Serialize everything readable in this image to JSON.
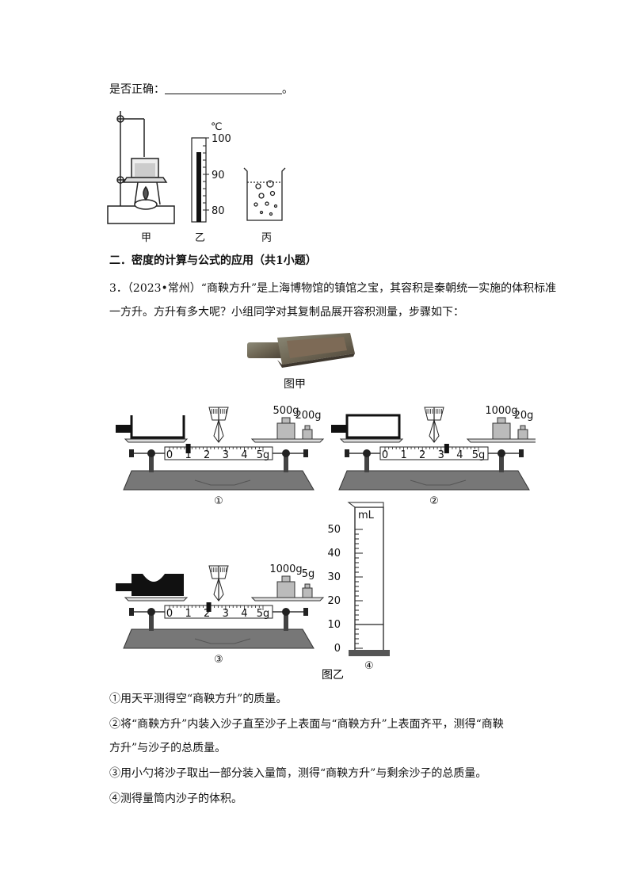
{
  "top_line": {
    "prefix": "是否正确：",
    "suffix": "。"
  },
  "fig1": {
    "labels": [
      "甲",
      "乙",
      "丙"
    ],
    "thermo_unit": "℃",
    "thermo_ticks": [
      "100",
      "90",
      "80"
    ]
  },
  "section": {
    "heading": "二．密度的计算与公式的应用（共1小题）"
  },
  "question": {
    "line1": "3．（2023•常州）“商鞅方升”是上海博物馆的镇馆之宝，其容积是秦朝统一实施的体积标准",
    "line2": "一方升。方升有多大呢？小组同学对其复制品展开容积测量，步骤如下："
  },
  "fig_jia": {
    "caption": "图甲"
  },
  "fig_yi": {
    "caption": "图乙",
    "scale_ticks": [
      "0",
      "1",
      "2",
      "3",
      "4",
      "5g"
    ],
    "balance1": {
      "label": "①",
      "weights": [
        "500g",
        "200g"
      ],
      "rider_g": 1.0
    },
    "balance2": {
      "label": "②",
      "weights": [
        "1000g",
        "20g"
      ],
      "rider_g": 3.3
    },
    "balance3": {
      "label": "③",
      "weights": [
        "1000g",
        "5g"
      ],
      "rider_g": 2.1
    },
    "cylinder": {
      "label": "④",
      "unit": "mL",
      "ticks": [
        "50",
        "40",
        "30",
        "20",
        "10",
        "0"
      ],
      "level_ml": 10
    }
  },
  "steps": [
    "①用天平测得空“商鞅方升”的质量。",
    "②将“商鞅方升”内装入沙子直至沙子上表面与“商鞅方升”上表面齐平，测得“商鞅",
    "方升”与沙子的总质量。",
    "③用小勺将沙子取出一部分装入量筒，测得“商鞅方升”与剩余沙子的总质量。",
    "④测得量筒内沙子的体积。"
  ]
}
